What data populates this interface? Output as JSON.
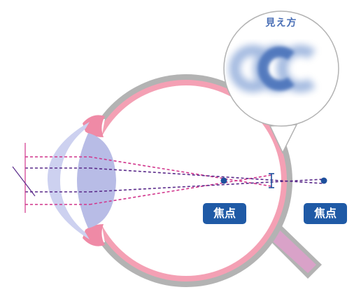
{
  "bubble": {
    "title": "見え方"
  },
  "labels": {
    "focus_inside": "焦点",
    "focus_behind": "焦点"
  },
  "colors": {
    "eye_outline": "#b3b3b3",
    "retina_pink": "#f4a0b4",
    "iris_pink": "#ef8aa6",
    "lens_fill": "#b8bce6",
    "cornea_fill": "#cdd1f0",
    "ray_magenta": "#d1358c",
    "ray_purple": "#5a2a8a",
    "focus_dot": "#1d4f9c",
    "label_bg": "#1f5aa6",
    "label_text": "#ffffff",
    "bubble_text": "#4a6fb6",
    "blur_ring": "#5b84c8",
    "optic_nerve": "#d9a2c8"
  }
}
